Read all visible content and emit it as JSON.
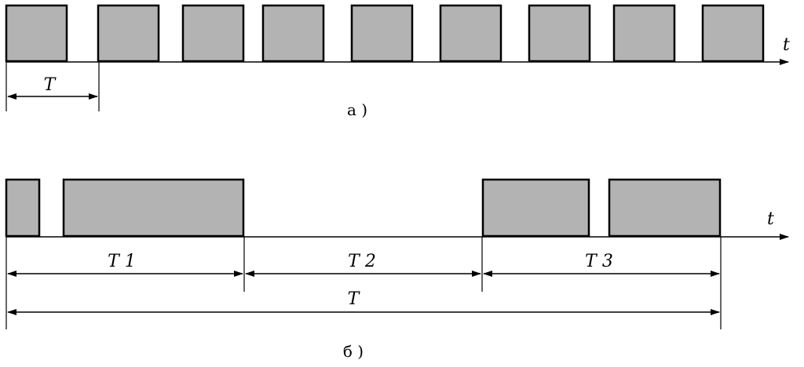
{
  "diagram_a": {
    "axis_label": "t",
    "period_label": "T",
    "caption": "а )"
  },
  "diagram_b": {
    "axis_label": "t",
    "interval_labels": [
      "T 1",
      "T 2",
      "T 3"
    ],
    "total_label": "T",
    "caption": "б )"
  },
  "colors": {
    "pulse_fill": "#b3b3b3",
    "line": "#000000"
  }
}
